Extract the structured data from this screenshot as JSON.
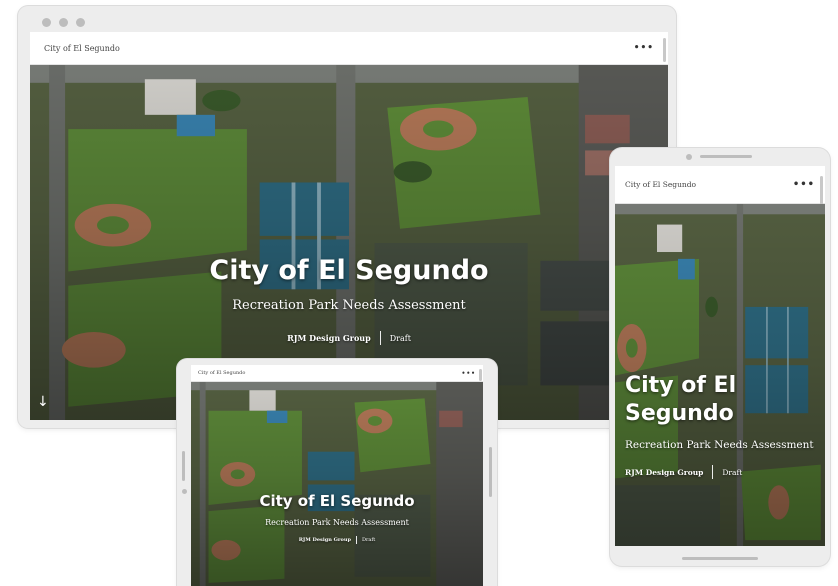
{
  "app": {
    "bar_title": "City of El Segundo",
    "more_label": "•••"
  },
  "story": {
    "title": "City of El Segundo",
    "subtitle": "Recreation Park Needs Assessment",
    "author": "RJM Design Group",
    "status": "Draft"
  },
  "icons": {
    "down_arrow": "↓",
    "more": "more-horizontal-icon",
    "scroll_down": "arrow-down-icon"
  },
  "colors": {
    "grass": "#5e8b3a",
    "infield": "#b77a59",
    "court": "#2f6e86",
    "frame": "#ededed"
  }
}
